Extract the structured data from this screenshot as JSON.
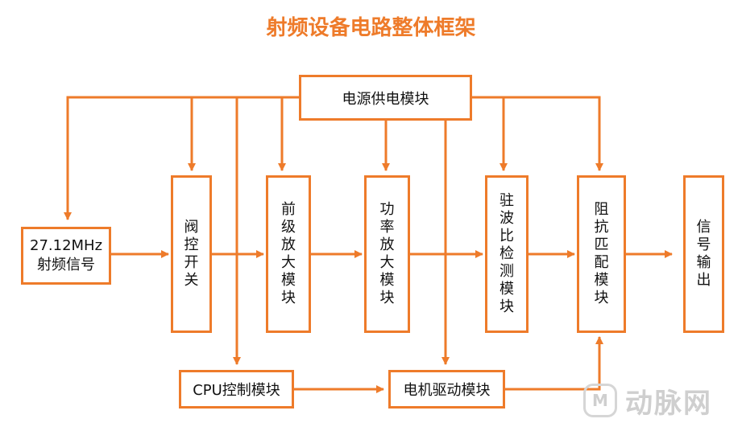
{
  "title": "射频设备电路整体框架",
  "colors": {
    "accent": "#ee7b2a",
    "text": "#111111"
  },
  "blocks": {
    "power": "电源供电模块",
    "rf_signal": "27.12MHz射频信号",
    "valve_switch": "阀控开关",
    "preamp": "前级放大模块",
    "power_amp": "功率放大模块",
    "vswr": "驻波比检测模块",
    "impedance": "阻抗匹配模块",
    "output": "信号输出",
    "cpu": "CPU控制模块",
    "motor": "电机驱动模块"
  },
  "watermark": {
    "logo": "M",
    "text": "动脉网"
  }
}
